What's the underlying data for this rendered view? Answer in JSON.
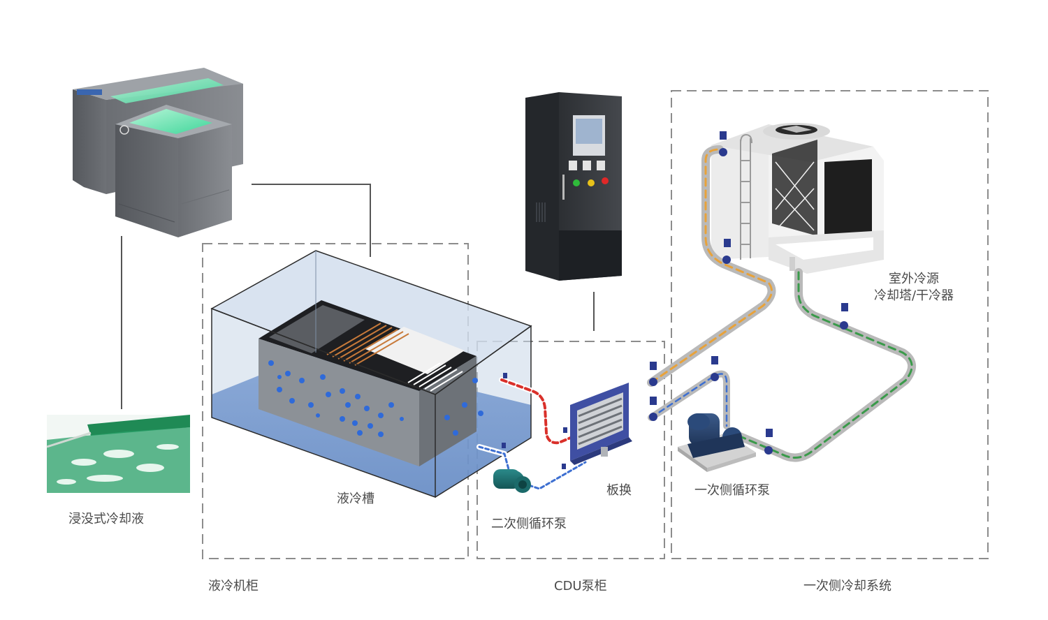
{
  "labels": {
    "immersion_coolant": "浸没式冷却液",
    "liquid_tank": "液冷槽",
    "plate_exchanger": "板换",
    "secondary_pump": "二次侧循环泵",
    "primary_pump": "一次侧循环泵",
    "outdoor_source_line1": "室外冷源",
    "outdoor_source_line2": "冷却塔/干冷器",
    "cabinet_group": "液冷机柜",
    "cdu_group": "CDU泵柜",
    "primary_system_group": "一次侧冷却系统"
  },
  "colors": {
    "dashed_border": "#8c8c8c",
    "tank_liquid": "#6f93c9",
    "tank_glass": "#b9cde3",
    "hot_pipe": "#e8a23a",
    "cold_pipe": "#3a9a4a",
    "secondary_hot": "#d9302a",
    "secondary_cold": "#3d6fd1",
    "cabinet_dark": "#3a3d42",
    "heat_exchanger": "#3f4fa3"
  }
}
